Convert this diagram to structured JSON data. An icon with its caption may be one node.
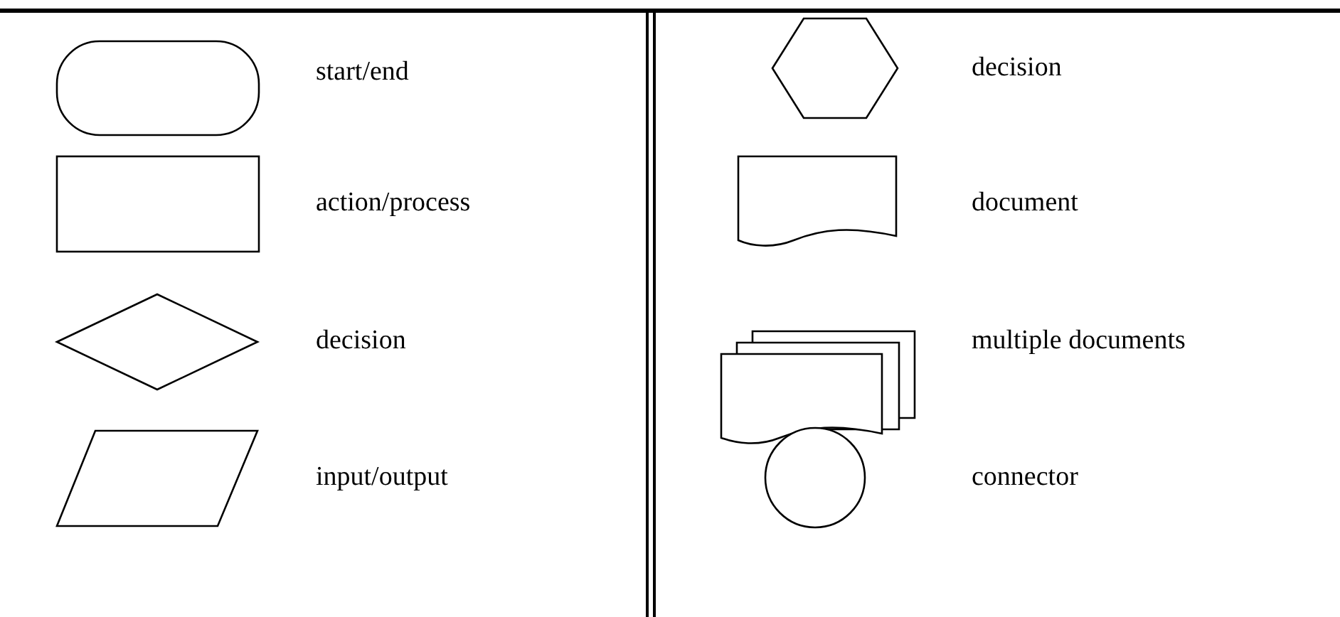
{
  "diagram": {
    "legend": [
      {
        "text": "start/end"
      },
      {
        "text": "action/process"
      },
      {
        "text": "decision"
      },
      {
        "text": "input/output"
      },
      {
        "text": "decision"
      },
      {
        "text": "document"
      },
      {
        "text": "multiple documents"
      },
      {
        "text": "connector"
      }
    ]
  }
}
